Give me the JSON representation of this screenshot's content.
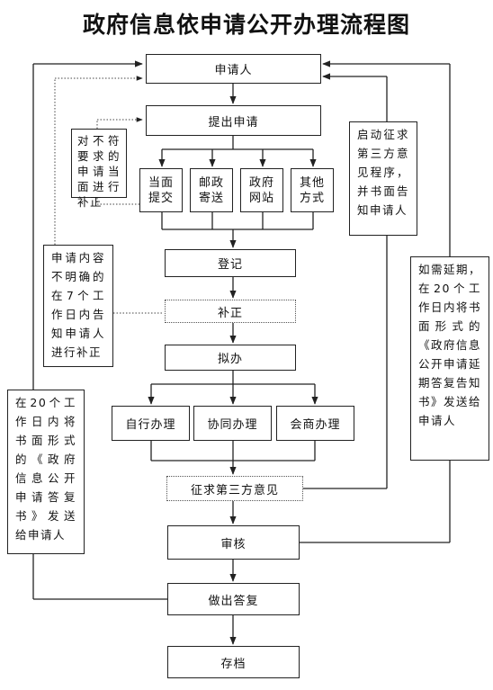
{
  "title": "政府信息依申请公开办理流程图",
  "steps": {
    "apply": "申请人",
    "submit": "提出申请",
    "method_in_person": [
      "当面",
      "提交"
    ],
    "method_post": [
      "邮政",
      "寄送"
    ],
    "method_web": [
      "政府",
      "网站"
    ],
    "method_other": [
      "其他",
      "方式"
    ],
    "register": "登记",
    "supplement": "补正",
    "draft": "拟办",
    "self_handle": "自行办理",
    "coop_handle": "协同办理",
    "consult_handle": "会商办理",
    "third_party": "征求第三方意见",
    "review": "审核",
    "reply": "做出答复",
    "archive": "存档"
  },
  "notes": {
    "nonconforming": "对不符要求的申请当面进行补正",
    "unclear": "申请内容不明确的在7个工作日内告知申请人进行补正",
    "third_party_notice": "启动征求第三方意见程序，并书面告知申请人",
    "extension": "如需延期，在20个工作日内将书面形式的《政府信息公开申请延期答复告知书》发送给申请人",
    "reply_notice": "在20个工作日内将书面形式的《政府信息公开申请答复书》发送给申请人"
  }
}
